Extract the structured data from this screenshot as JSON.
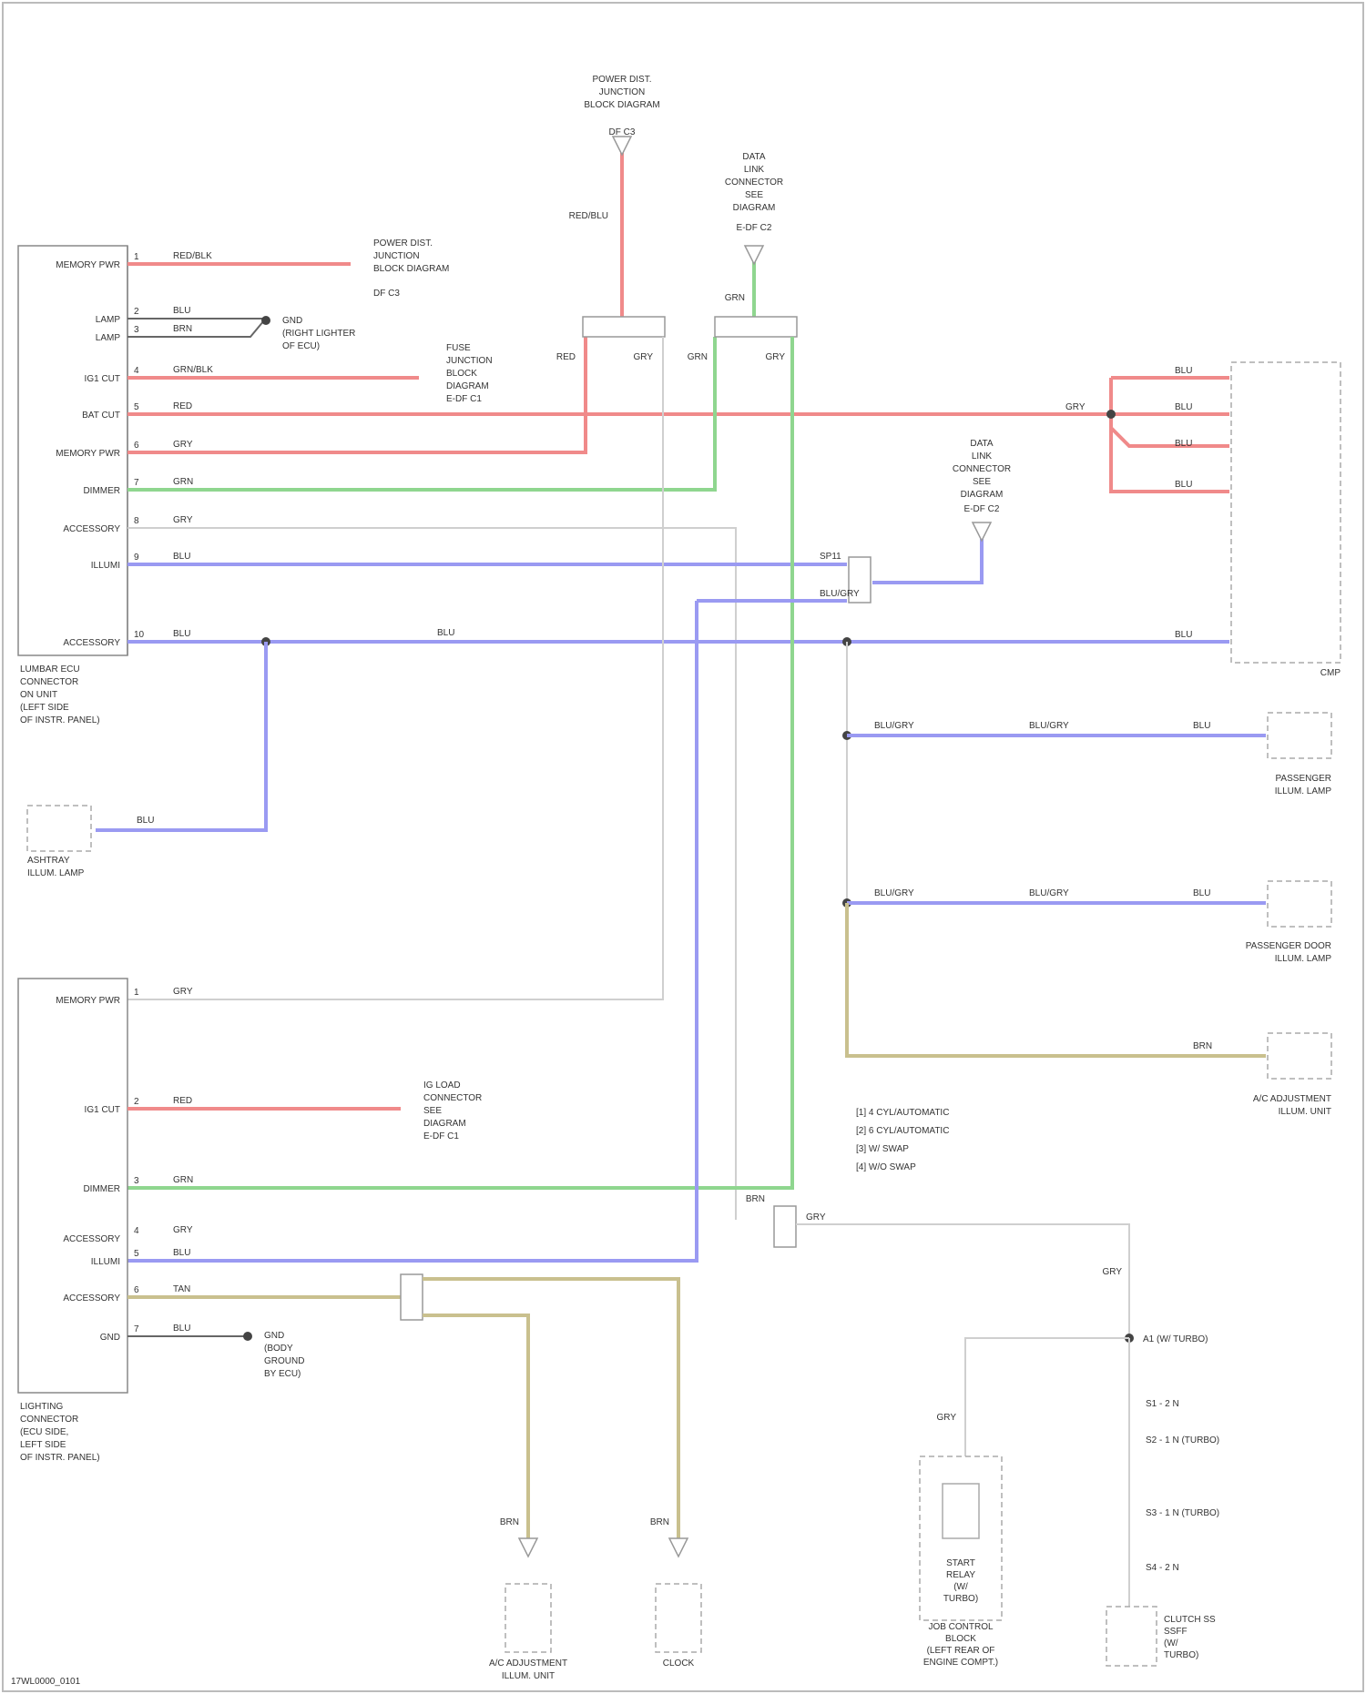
{
  "module_upper": {
    "name_lines": [
      "LUMBAR ECU",
      "CONNECTOR",
      "ON UNIT",
      "(LEFT SIDE",
      "OF INSTR. PANEL)"
    ],
    "pins": [
      {
        "num": "1",
        "label": "MEMORY PWR",
        "wire": "RED/BLK"
      },
      {
        "num": "2",
        "label": "LAMP",
        "wire": "BLU"
      },
      {
        "num": "3",
        "label": "LAMP",
        "wire": "BRN"
      },
      {
        "num": "4",
        "label": "IG1 CUT",
        "wire": "GRN/BLK"
      },
      {
        "num": "5",
        "label": "BAT CUT",
        "wire": "RED"
      },
      {
        "num": "6",
        "label": "MEMORY PWR",
        "wire": "GRY"
      },
      {
        "num": "7",
        "label": "DIMMER",
        "wire": "GRN"
      },
      {
        "num": "8",
        "label": "ACCESSORY",
        "wire": "GRY"
      },
      {
        "num": "9",
        "label": "ILLUMI",
        "wire": "BLU"
      },
      {
        "num": "10",
        "label": "ACCESSORY",
        "wire": "BLU"
      }
    ]
  },
  "module_lower": {
    "name_lines": [
      "LIGHTING",
      "CONNECTOR",
      "(ECU SIDE,",
      "LEFT SIDE",
      "OF INSTR. PANEL)"
    ],
    "pins": [
      {
        "num": "1",
        "label": "MEMORY PWR",
        "wire": "GRY"
      },
      {
        "num": "2",
        "label": "IG1 CUT",
        "wire": "RED"
      },
      {
        "num": "3",
        "label": "DIMMER",
        "wire": "GRN"
      },
      {
        "num": "4",
        "label": "ACCESSORY",
        "wire": "GRY"
      },
      {
        "num": "5",
        "label": "ILLUMI",
        "wire": "BLU"
      },
      {
        "num": "6",
        "label": "ACCESSORY",
        "wire": "TAN"
      },
      {
        "num": "7",
        "label": "GND",
        "wire": "BLU"
      }
    ]
  },
  "top_callouts": {
    "fuse_block": [
      "POWER DIST.",
      "JUNCTION",
      "BLOCK DIAGRAM"
    ],
    "fuse_pin": "DF C3",
    "data_link": [
      "DATA",
      "LINK",
      "CONNECTOR",
      "SEE",
      "DIAGRAM"
    ],
    "data_link_pin": "E-DF C2",
    "splice_wires": [
      "RED",
      "GRY",
      "GRN",
      "GRY"
    ],
    "vertical_wires": [
      "RED/BLU",
      "GRN"
    ]
  },
  "side_callouts": {
    "power_dist": [
      "POWER DIST.",
      "JUNCTION",
      "BLOCK DIAGRAM"
    ],
    "power_dist_pin": "DF C3",
    "ground": [
      "GND",
      "(RIGHT LIGHTER",
      "OF ECU)"
    ],
    "fuse_junction": [
      "FUSE",
      "JUNCTION",
      "BLOCK",
      "DIAGRAM",
      "E-DF C1"
    ],
    "dimmer_conn": [
      "DATA",
      "LINK",
      "CONNECTOR",
      "SEE",
      "DIAGRAM"
    ],
    "dimmer_conn_pin": "E-DF C2",
    "ig_conn": [
      "IG LOAD",
      "CONNECTOR",
      "SEE",
      "DIAGRAM",
      "E-DF C1"
    ],
    "gnd2": [
      "GND",
      "(BODY",
      "GROUND",
      "BY ECU)"
    ]
  },
  "lamp_left": [
    "ASHTRAY",
    "ILLUM. LAMP"
  ],
  "lamp_left_wire": "BLU",
  "mid_labels": {
    "splice1": "SP11",
    "splice2": "BLU/GRY",
    "right_top": "GRY",
    "blu_split": "BLU"
  },
  "cmp_right": {
    "name": "CMP",
    "wires": [
      "BLU",
      "BLU",
      "BLU",
      "BLU",
      "BLU"
    ]
  },
  "right_lamps": [
    {
      "lines": [
        "PASSENGER",
        "ILLUM. LAMP"
      ],
      "wires": [
        "BLU/GRY",
        "BLU/GRY",
        "BLU"
      ]
    },
    {
      "lines": [
        "PASSENGER DOOR",
        "ILLUM. LAMP"
      ],
      "wires": [
        "BLU/GRY",
        "BLU/GRY",
        "BLU"
      ]
    },
    {
      "lines": [
        "A/C ADJUSTMENT",
        "ILLUM. UNIT"
      ],
      "wires": [
        "BRN"
      ]
    }
  ],
  "legend": [
    "[1] 4 CYL/AUTOMATIC",
    "[2] 6 CYL/AUTOMATIC",
    "[3] W/ SWAP",
    "[4] W/O SWAP"
  ],
  "center_conn": {
    "left": "BRN",
    "right": "GRY"
  },
  "lower_components": [
    {
      "lines": [
        "A/C ADJUSTMENT",
        "ILLUM. UNIT"
      ],
      "wire": "BRN"
    },
    {
      "lines": [
        "CLOCK"
      ],
      "wire": "BRN"
    }
  ],
  "relay_box": {
    "lines": [
      "START",
      "RELAY",
      "(W/",
      "TURBO)",
      "JOB CONTROL",
      "BLOCK",
      "(LEFT REAR OF",
      "ENGINE COMPT.)"
    ],
    "wire": "GRY"
  },
  "switch_chain": {
    "top_wire": "GRY",
    "junction": "A1  (W/ TURBO)",
    "labels": [
      "S1  - 2 N",
      "S2  - 1 N  (TURBO)",
      "S3  - 1 N  (TURBO)",
      "S4  - 2 N"
    ],
    "bottom": [
      "CLUTCH SS",
      "SSFF",
      "(W/",
      "TURBO)"
    ]
  },
  "footer_code": "17WL0000_0101"
}
